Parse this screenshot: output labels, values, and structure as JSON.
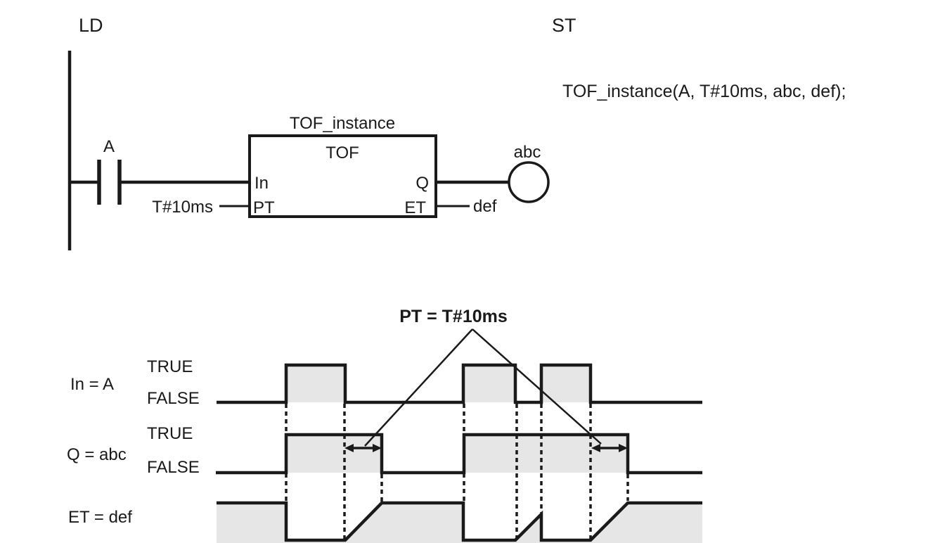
{
  "colors": {
    "line": "#1a1a1a",
    "gray": "#e6e6e6",
    "bg": "#ffffff"
  },
  "ld": {
    "section_label": "LD",
    "contact_label": "A",
    "pt_value": "T#10ms",
    "instance_name": "TOF_instance",
    "block_type": "TOF",
    "in_label": "In",
    "pt_label": "PT",
    "q_label": "Q",
    "et_label": "ET",
    "et_value": "def",
    "coil_label": "abc"
  },
  "st": {
    "section_label": "ST",
    "code": "TOF_instance(A, T#10ms, abc, def);"
  },
  "timing": {
    "annotation": "PT = T#10ms",
    "in_row": {
      "label": "In = A",
      "true_label": "TRUE",
      "false_label": "FALSE"
    },
    "q_row": {
      "label": "Q = abc",
      "true_label": "TRUE",
      "false_label": "FALSE"
    },
    "et_row": {
      "label": "ET = def"
    }
  }
}
